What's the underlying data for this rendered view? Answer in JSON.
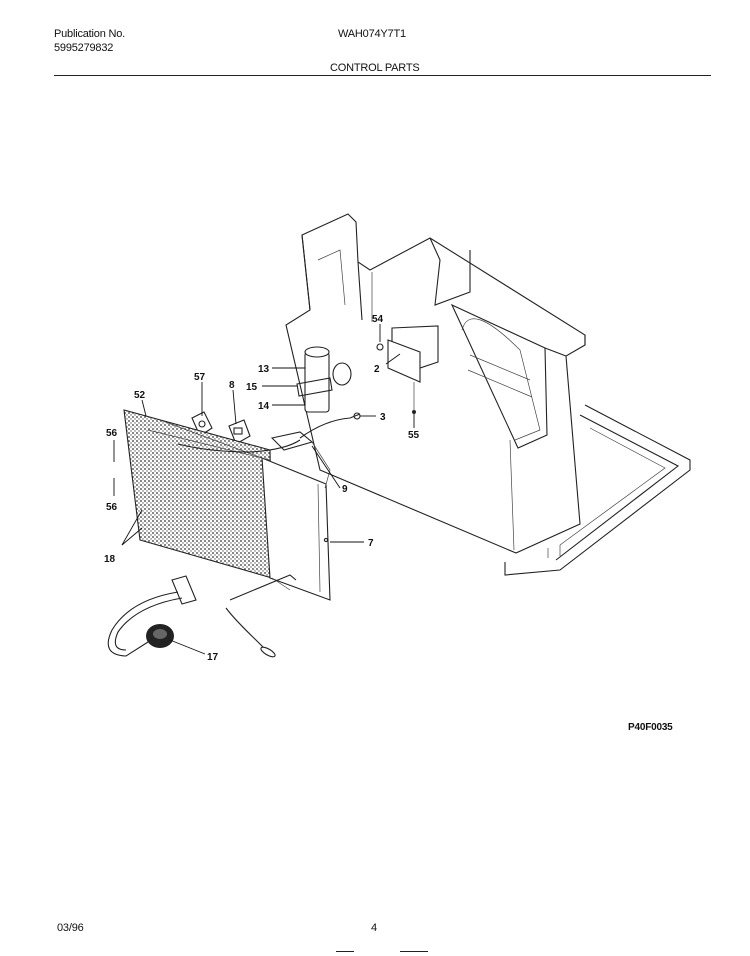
{
  "header": {
    "publication_label": "Publication No.",
    "publication_number": "5995279832",
    "model": "WAH074Y7T1",
    "section_title": "CONTROL PARTS"
  },
  "diagram": {
    "figure_code": "P40F0035",
    "callouts": [
      "54",
      "13",
      "15",
      "14",
      "57",
      "8",
      "52",
      "56",
      "56",
      "18",
      "2",
      "3",
      "55",
      "9",
      "7",
      "17"
    ]
  },
  "footer": {
    "date": "03/96",
    "page_number": "4"
  }
}
